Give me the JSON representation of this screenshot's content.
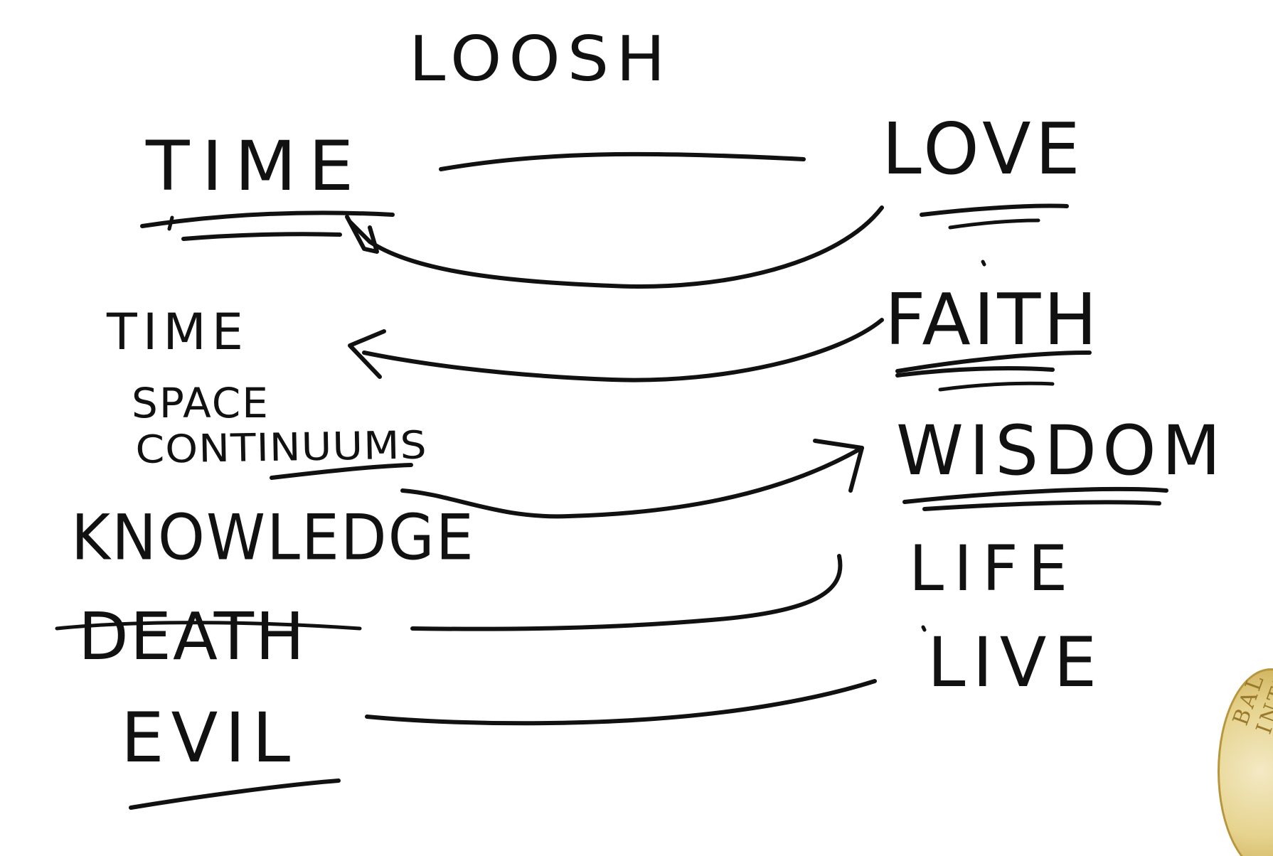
{
  "title": "LOOSH",
  "left_terms": {
    "time": "TIME",
    "time_space_line1": "TIME",
    "time_space_line2": "SPACE",
    "time_space_line3": "CONTINUUMS",
    "knowledge": "KNOWLEDGE",
    "death": "DEATH",
    "evil": "EVIL"
  },
  "right_terms": {
    "love": "LOVE",
    "faith": "FAITH",
    "wisdom": "WISDOM",
    "life": "LIFE",
    "live": "LIVE"
  },
  "seal": {
    "text": "BAL INTE"
  },
  "colors": {
    "ink": "#111111",
    "background": "#ffffff",
    "seal_gold": "#e6d38e"
  }
}
